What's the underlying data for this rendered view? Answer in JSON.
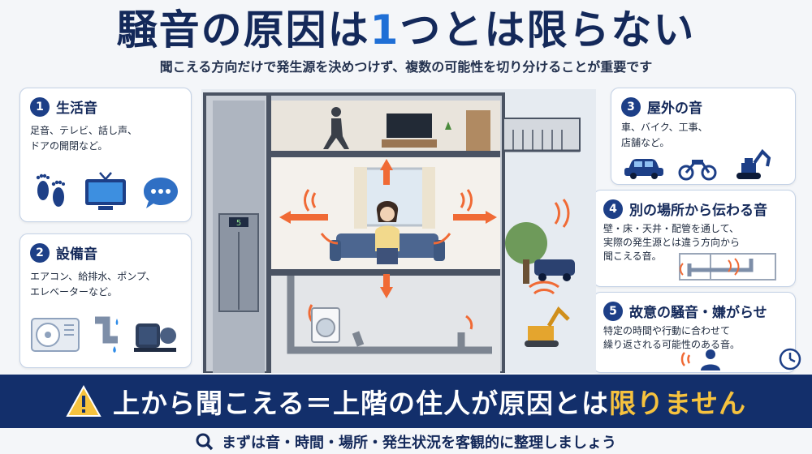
{
  "header": {
    "title_a": "騒音の原因は",
    "title_num": "1",
    "title_b": "つとは限らない",
    "subtitle": "聞こえる方向だけで発生源を決めつけず、複数の可能性を切り分けることが重要です"
  },
  "cards": [
    {
      "num": "1",
      "title": "生活音",
      "desc": "足音、テレビ、話し声、\nドアの開閉など。",
      "icons": [
        "footprints-icon",
        "tv-icon",
        "speech-bubble-icon"
      ]
    },
    {
      "num": "2",
      "title": "設備音",
      "desc": "エアコン、給排水、ポンプ、\nエレベーターなど。",
      "icons": [
        "air-conditioner-icon",
        "water-pipe-icon",
        "pump-icon"
      ]
    },
    {
      "num": "3",
      "title": "屋外の音",
      "desc": "車、バイク、工事、\n店舗など。",
      "icons": [
        "car-icon",
        "motorcycle-icon",
        "excavator-icon"
      ]
    },
    {
      "num": "4",
      "title": "別の場所から伝わる音",
      "desc": "壁・床・天井・配管を通して、\n実際の発生源とは違う方向から\n聞こえる音。",
      "icons": [
        "pipe-diagram-icon"
      ]
    },
    {
      "num": "5",
      "title": "故意の騒音・嫌がらせ",
      "desc": "特定の時間や行動に合わせて\n繰り返される可能性のある音。",
      "icons": [
        "person-sound-icon",
        "clock-icon"
      ]
    }
  ],
  "building": {
    "elevator_floor": "5"
  },
  "banner": {
    "text_a": "上から聞こえる＝上階の住人が原因とは",
    "text_b": "限りません"
  },
  "footer": {
    "text": "まずは音・時間・場所・発生状況を客観的に整理しましょう"
  },
  "colors": {
    "navy": "#132f6b",
    "accent_blue": "#1f6fd6",
    "highlight_yellow": "#f6c23e",
    "sound_orange": "#f06a35"
  }
}
